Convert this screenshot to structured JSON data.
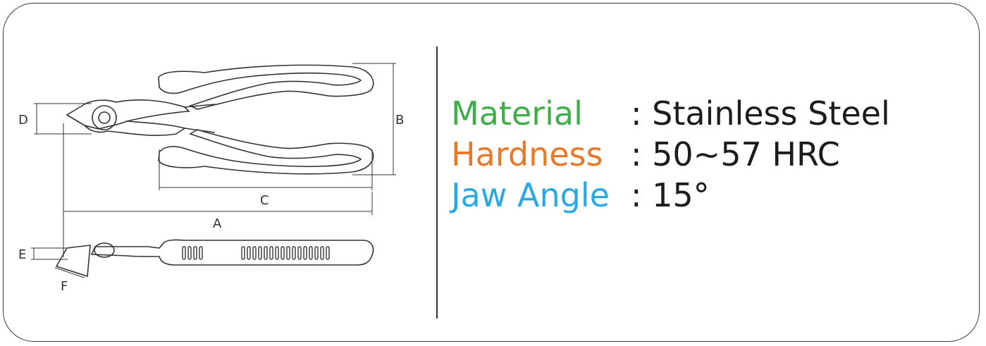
{
  "diagram": {
    "dimension_labels": {
      "a": "A",
      "b": "B",
      "c": "C",
      "d": "D",
      "e": "E",
      "f": "F"
    }
  },
  "specs": [
    {
      "label": "Material",
      "value": ": Stainless Steel",
      "color": "#3fae49"
    },
    {
      "label": "Hardness",
      "value": ": 50~57 HRC",
      "color": "#e8792b"
    },
    {
      "label": "Jaw Angle",
      "value": ": 15°",
      "color": "#29a9e0"
    }
  ]
}
